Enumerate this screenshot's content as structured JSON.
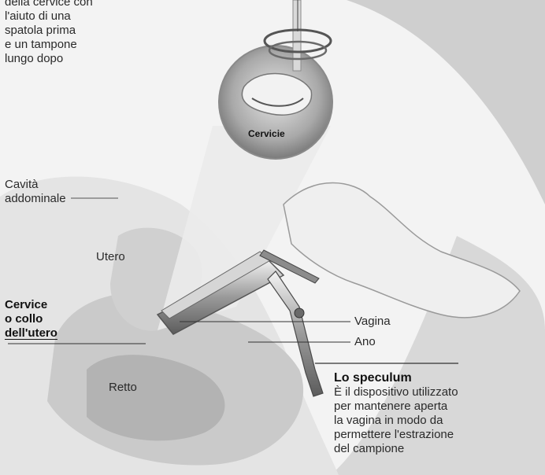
{
  "labels": {
    "sampling_note": [
      "della cervice con",
      "l'aiuto di una",
      "spatola prima",
      "e un tampone",
      "lungo dopo"
    ],
    "cervicie": "Cervicie",
    "cavita": [
      "Cavità",
      "addominale"
    ],
    "utero": "Utero",
    "cervice": [
      "Cervice",
      "o collo",
      "dell'utero"
    ],
    "vagina": "Vagina",
    "ano": "Ano",
    "retto": "Retto",
    "speculum_title": "Lo speculum",
    "speculum_desc": [
      "È il dispositivo utilizzato",
      "per mantenere aperta",
      "la vagina in modo da",
      "permettere l'estrazione",
      "del campione"
    ]
  }
}
